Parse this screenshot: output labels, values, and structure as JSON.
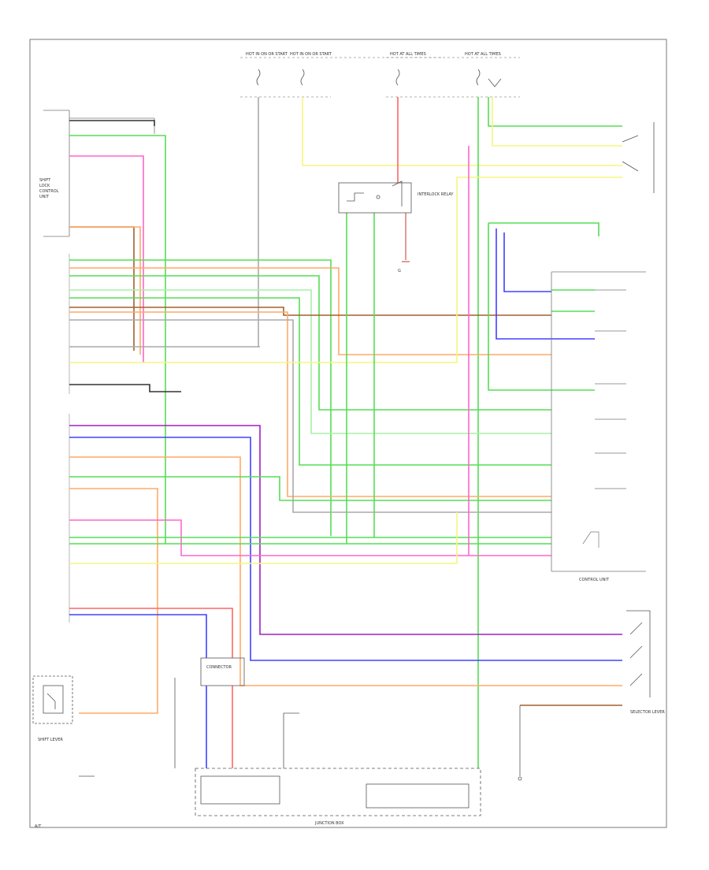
{
  "diagram": {
    "colors": {
      "green": "#55dd55",
      "light_green": "#a8f0a8",
      "yellow": "#f5f580",
      "red": "#ff6666",
      "pink": "#ff66cc",
      "blue": "#4040ff",
      "violet": "#a020c0",
      "orange": "#ffaa66",
      "brown": "#a06030",
      "black": "#333333",
      "gray": "#aaaaaa"
    },
    "labels": {
      "top_fuse_1": "HOT IN ON OR START",
      "top_fuse_2": "HOT IN ON OR START",
      "top_fuse_3_header": "HOT AT ALL TIMES",
      "top_fuse_4_header": "HOT AT ALL TIMES",
      "interlock_relay": "INTERLOCK RELAY",
      "ground_label": "G",
      "control_unit": "CONTROL UNIT",
      "junction_box": "JUNCTION BOX",
      "connector_label": "CONNECTOR",
      "bottom_left_label": "SHIFT LEVER",
      "bottom_right_label": "SELECTOR LEVER",
      "corner_label": "A/T"
    }
  }
}
